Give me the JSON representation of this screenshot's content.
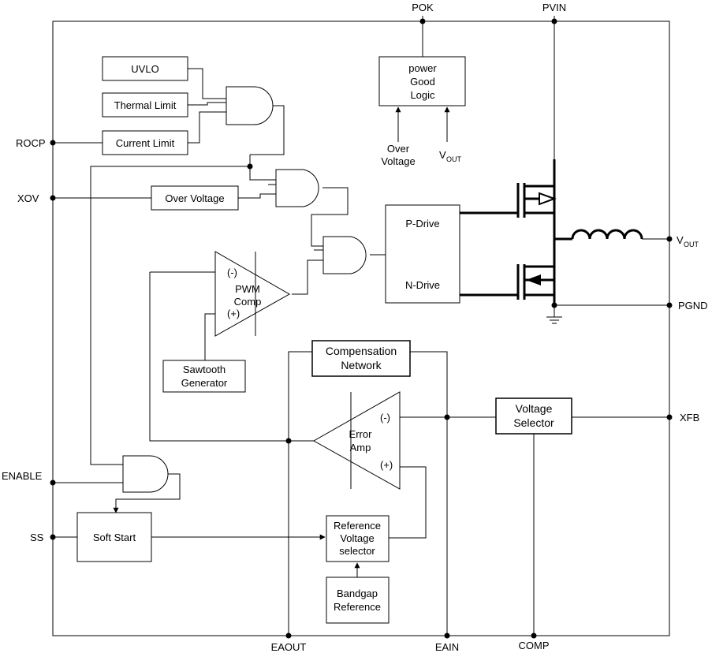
{
  "pins": {
    "pok": "POK",
    "pvin": "PVIN",
    "rocp": "ROCP",
    "xov": "XOV",
    "vout": "V",
    "vout_sub": "OUT",
    "pgnd": "PGND",
    "xfb": "XFB",
    "enable": "ENABLE",
    "ss": "SS",
    "eaout": "EAOUT",
    "eain": "EAIN",
    "comp": "COMP"
  },
  "blocks": {
    "uvlo": "UVLO",
    "thermal_limit": "Thermal Limit",
    "current_limit": "Current Limit",
    "over_voltage": "Over Voltage",
    "power_good": [
      "power",
      "Good",
      "Logic"
    ],
    "pok_inputs": {
      "over_voltage": [
        "Over",
        "Voltage"
      ],
      "vout": "V",
      "vout_sub": "OUT"
    },
    "p_drive": "P-Drive",
    "n_drive": "N-Drive",
    "pwm_comp": [
      "PWM",
      "Comp"
    ],
    "pwm_minus": "(-)",
    "pwm_plus": "(+)",
    "sawtooth": [
      "Sawtooth",
      "Generator"
    ],
    "compensation": [
      "Compensation",
      "Network"
    ],
    "error_amp": [
      "Error",
      "Amp"
    ],
    "ea_minus": "(-)",
    "ea_plus": "(+)",
    "voltage_selector": [
      "Voltage",
      "Selector"
    ],
    "soft_start": "Soft Start",
    "ref_selector": [
      "Reference",
      "Voltage",
      "selector"
    ],
    "bandgap": [
      "Bandgap",
      "Reference"
    ]
  }
}
